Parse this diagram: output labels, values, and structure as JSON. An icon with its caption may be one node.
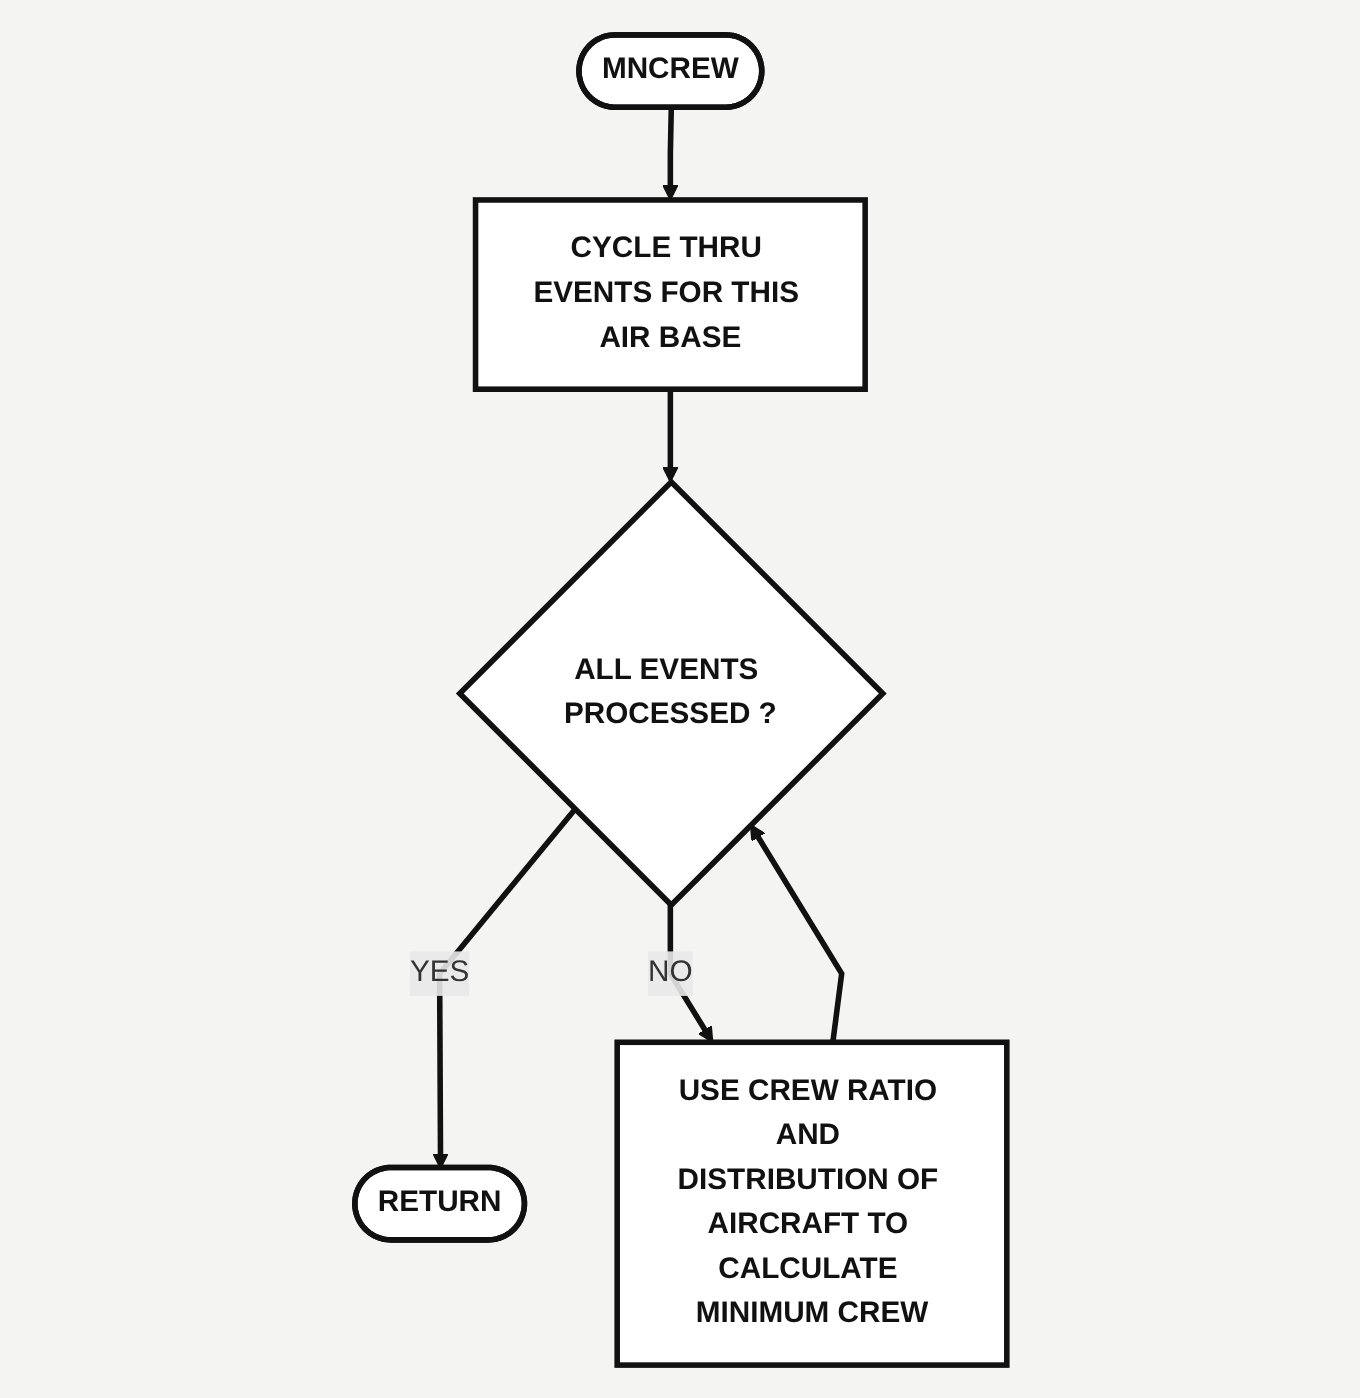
{
  "diagram": {
    "nodes": [
      {
        "text": [
          "MNCREW"
        ]
      },
      {
        "text": [
          "CYCLE THRU EVENTS FOR THIS AIR BASE"
        ]
      },
      {
        "text": [
          "ALL EVENTS PROCESSED ?"
        ]
      },
      {
        "text": [
          "RETURN"
        ]
      },
      {
        "text": [
          "USE CREW RATIO AND DISTRIBUTION OF AIRCRAFT TO CALCULATE MINIMUM CREW"
        ]
      }
    ],
    "edges": [
      {
        "from": 0,
        "to": 1,
        "arrow": "to"
      },
      {
        "from": 1,
        "to": 2,
        "arrow": "to"
      },
      {
        "from": 2,
        "to": 3,
        "arrow": "to",
        "label": "YES"
      },
      {
        "from": 2,
        "to": 4,
        "arrow": "to",
        "label": "NO"
      },
      {
        "from": 4,
        "to": 2,
        "arrow": "to"
      }
    ]
  }
}
